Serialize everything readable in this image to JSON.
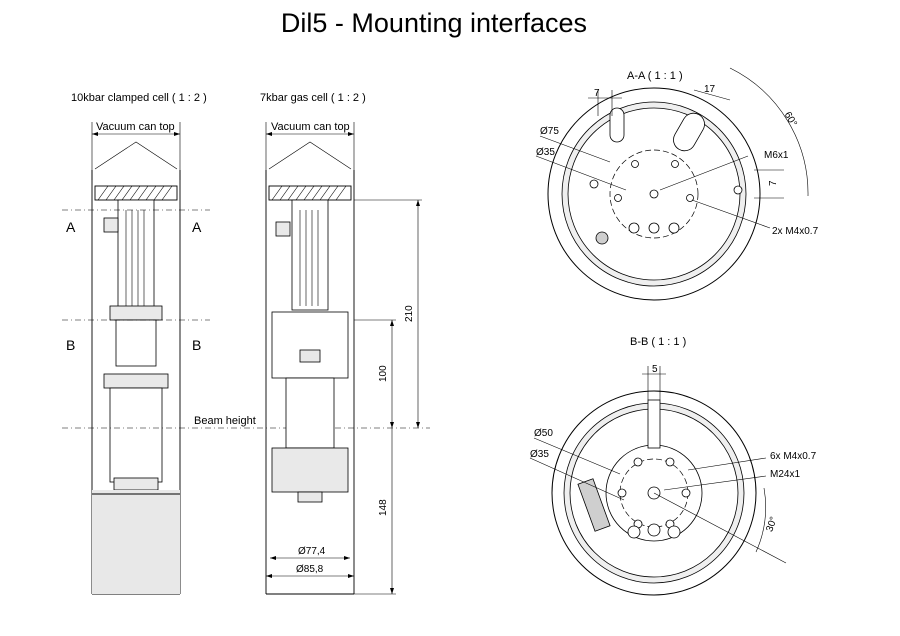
{
  "title": "Dil5 - Mounting interfaces",
  "views": {
    "clamped": "10kbar clamped cell ( 1 : 2 )",
    "gas": "7kbar gas cell ( 1 : 2 )",
    "section_aa": "A-A ( 1 : 1 )",
    "section_bb": "B-B ( 1 : 1 )"
  },
  "labels": {
    "vacuum_can_top_left": "Vacuum can top",
    "vacuum_can_top_right": "Vacuum can top",
    "beam_height": "Beam height",
    "sec_a_left": "A",
    "sec_a_right": "A",
    "sec_b_left": "B",
    "sec_b_right": "B"
  },
  "dims": {
    "d210": "210",
    "d100": "100",
    "d148": "148",
    "d774": "Ø77,4",
    "d858": "Ø85,8",
    "aa_7": "7",
    "aa_17": "17",
    "aa_60": "60°",
    "aa_75": "Ø75",
    "aa_35": "Ø35",
    "aa_m6": "M6x1",
    "aa_7b": "7",
    "aa_m4": "2x M4x0.7",
    "bb_5": "5",
    "bb_50": "Ø50",
    "bb_35": "Ø35",
    "bb_m4": "6x M4x0.7",
    "bb_m24": "M24x1",
    "bb_30": "30°"
  }
}
